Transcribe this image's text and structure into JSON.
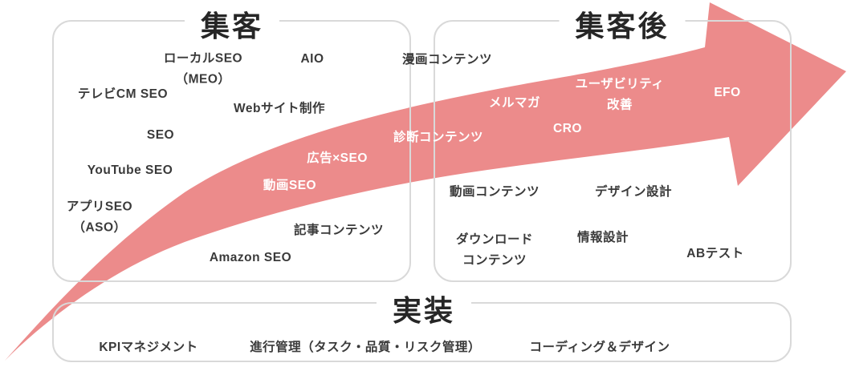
{
  "palette": {
    "arrow": "#EC8B8B",
    "frame_border": "#D9D9D9",
    "dark_text": "#3A3A3A",
    "arrow_text": "#FFFFFF",
    "title_text": "#262626"
  },
  "sections": [
    {
      "id": "shuukyaku",
      "title": "集客"
    },
    {
      "id": "after",
      "title": "集客後"
    },
    {
      "id": "jissou",
      "title": "実装"
    }
  ],
  "items": [
    {
      "label": "ローカルSEO\n（MEO）",
      "section": "集客"
    },
    {
      "label": "AIO",
      "section": "集客"
    },
    {
      "label": "テレビCM SEO",
      "section": "集客"
    },
    {
      "label": "Webサイト制作",
      "section": "集客"
    },
    {
      "label": "SEO",
      "section": "集客"
    },
    {
      "label": "YouTube SEO",
      "section": "集客"
    },
    {
      "label": "アプリSEO\n（ASO）",
      "section": "集客"
    },
    {
      "label": "広告×SEO",
      "section": "集客",
      "on_arrow": true
    },
    {
      "label": "動画SEO",
      "section": "集客",
      "on_arrow": true
    },
    {
      "label": "記事コンテンツ",
      "section": "集客"
    },
    {
      "label": "Amazon SEO",
      "section": "集客"
    },
    {
      "label": "漫画コンテンツ",
      "section": "集客後"
    },
    {
      "label": "メルマガ",
      "section": "集客後",
      "on_arrow": true
    },
    {
      "label": "ユーザビリティ\n改善",
      "section": "集客後",
      "on_arrow": true
    },
    {
      "label": "EFO",
      "section": "集客後",
      "on_arrow": true
    },
    {
      "label": "CRO",
      "section": "集客後",
      "on_arrow": true
    },
    {
      "label": "診断コンテンツ",
      "section": "集客後",
      "on_arrow": true
    },
    {
      "label": "動画コンテンツ",
      "section": "集客後"
    },
    {
      "label": "デザイン設計",
      "section": "集客後"
    },
    {
      "label": "ダウンロード\nコンテンツ",
      "section": "集客後"
    },
    {
      "label": "情報設計",
      "section": "集客後"
    },
    {
      "label": "ABテスト",
      "section": "集客後"
    },
    {
      "label": "KPIマネジメント",
      "section": "実装"
    },
    {
      "label": "進行管理（タスク・品質・リスク管理）",
      "section": "実装"
    },
    {
      "label": "コーディング＆デザイン",
      "section": "実装"
    }
  ]
}
